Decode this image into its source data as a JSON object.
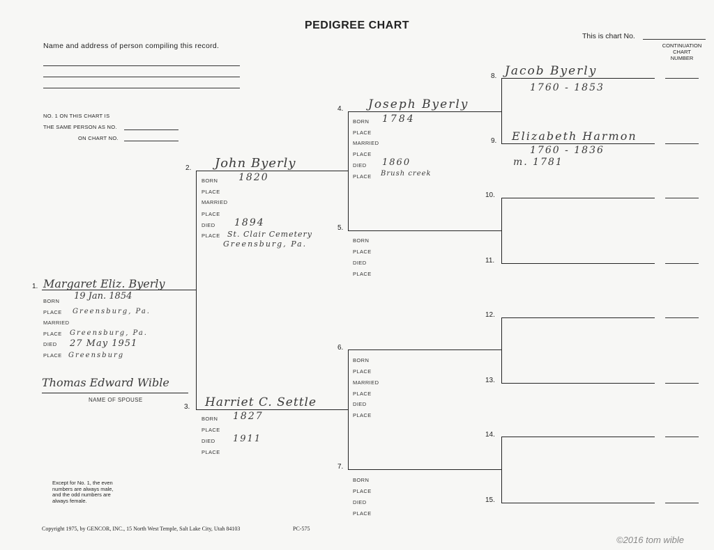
{
  "header": {
    "title": "PEDIGREE CHART",
    "chart_no_label": "This is chart No.",
    "continuation_label": [
      "CONTINUATION",
      "CHART",
      "NUMBER"
    ],
    "compiler_label": "Name and address of person compiling this record.",
    "no1_lines": [
      "NO. 1 ON THIS CHART IS",
      "THE SAME PERSON AS NO.",
      "ON CHART NO."
    ]
  },
  "labels": {
    "born": "BORN",
    "place": "PLACE",
    "married": "MARRIED",
    "died": "DIED",
    "name_of_spouse": "NAME OF SPOUSE"
  },
  "persons": {
    "p1": {
      "num": "1.",
      "name": "Margaret Eliz. Byerly",
      "born": "19 Jan. 1854",
      "born_place": "Greensburg, Pa.",
      "married_place": "Greensburg, Pa.",
      "died": "27 May 1951",
      "died_place": "Greensburg",
      "spouse": "Thomas Edward Wible"
    },
    "p2": {
      "num": "2.",
      "name": "John Byerly",
      "born": "1820",
      "died": "1894",
      "died_place_1": "St. Clair Cemetery",
      "died_place_2": "Greensburg, Pa."
    },
    "p3": {
      "num": "3.",
      "name": "Harriet C. Settle",
      "born": "1827",
      "died": "1911"
    },
    "p4": {
      "num": "4.",
      "name": "Joseph Byerly",
      "born": "1784",
      "died": "1860",
      "died_place": "Brush creek"
    },
    "p5": {
      "num": "5."
    },
    "p6": {
      "num": "6."
    },
    "p7": {
      "num": "7."
    },
    "p8": {
      "num": "8.",
      "name": "Jacob Byerly",
      "dates": "1760 - 1853"
    },
    "p9": {
      "num": "9.",
      "name": "Elizabeth Harmon",
      "dates": "1760 - 1836",
      "married": "m. 1781"
    },
    "p10": {
      "num": "10."
    },
    "p11": {
      "num": "11."
    },
    "p12": {
      "num": "12."
    },
    "p13": {
      "num": "13."
    },
    "p14": {
      "num": "14."
    },
    "p15": {
      "num": "15."
    }
  },
  "footer": {
    "note": [
      "Except for No. 1, the even",
      "numbers are always male,",
      "and the odd numbers are",
      "always female."
    ],
    "copyright": "Copyright 1975, by GENCOR, INC., 15 North West Temple, Salt Lake City, Utah 84103",
    "form_no": "PC-575",
    "watermark": "©2016 tom wible"
  }
}
